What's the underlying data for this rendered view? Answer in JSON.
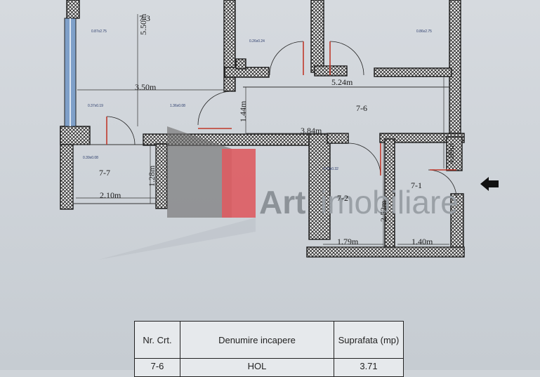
{
  "plan": {
    "rooms": [
      "7-3",
      "7-6",
      "7-7",
      "7-2",
      "7-1"
    ],
    "dimensions": [
      "5.50m",
      "3.50m",
      "5.24m",
      "1.44m",
      "3.84m",
      "2.10m",
      "1.28m",
      "1.79m",
      "2.52m",
      "1.40m",
      "4.09m"
    ],
    "window_labels": [
      "0.87x2.75",
      "0.86x2.75",
      "0.26x0.24",
      "0.37x0.19",
      "1.36x0.08",
      "0.39x0.08",
      "0.42x0.32"
    ]
  },
  "watermark": {
    "brand": "Art",
    "rest": "imobiliare"
  },
  "table": {
    "headers": [
      "Nr. Crt.",
      "Denumire incapere",
      "Suprafata (mp)"
    ],
    "rows": [
      {
        "nr": "7-6",
        "name": "HOL",
        "area": "3.71"
      }
    ]
  },
  "colors": {
    "paper": "#cfd4d9",
    "wall_hatch": "#1a1a1a",
    "door_leaf": "#c0392b",
    "logo_red": "#e0474c",
    "logo_gray": "#707070"
  }
}
